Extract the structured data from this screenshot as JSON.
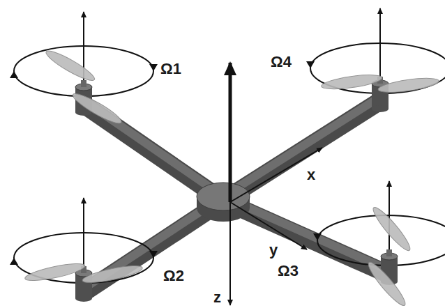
{
  "diagram": {
    "labels": [
      "Ω1",
      "Ω4",
      "Ω2",
      "Ω3",
      "x",
      "y",
      "z"
    ]
  }
}
